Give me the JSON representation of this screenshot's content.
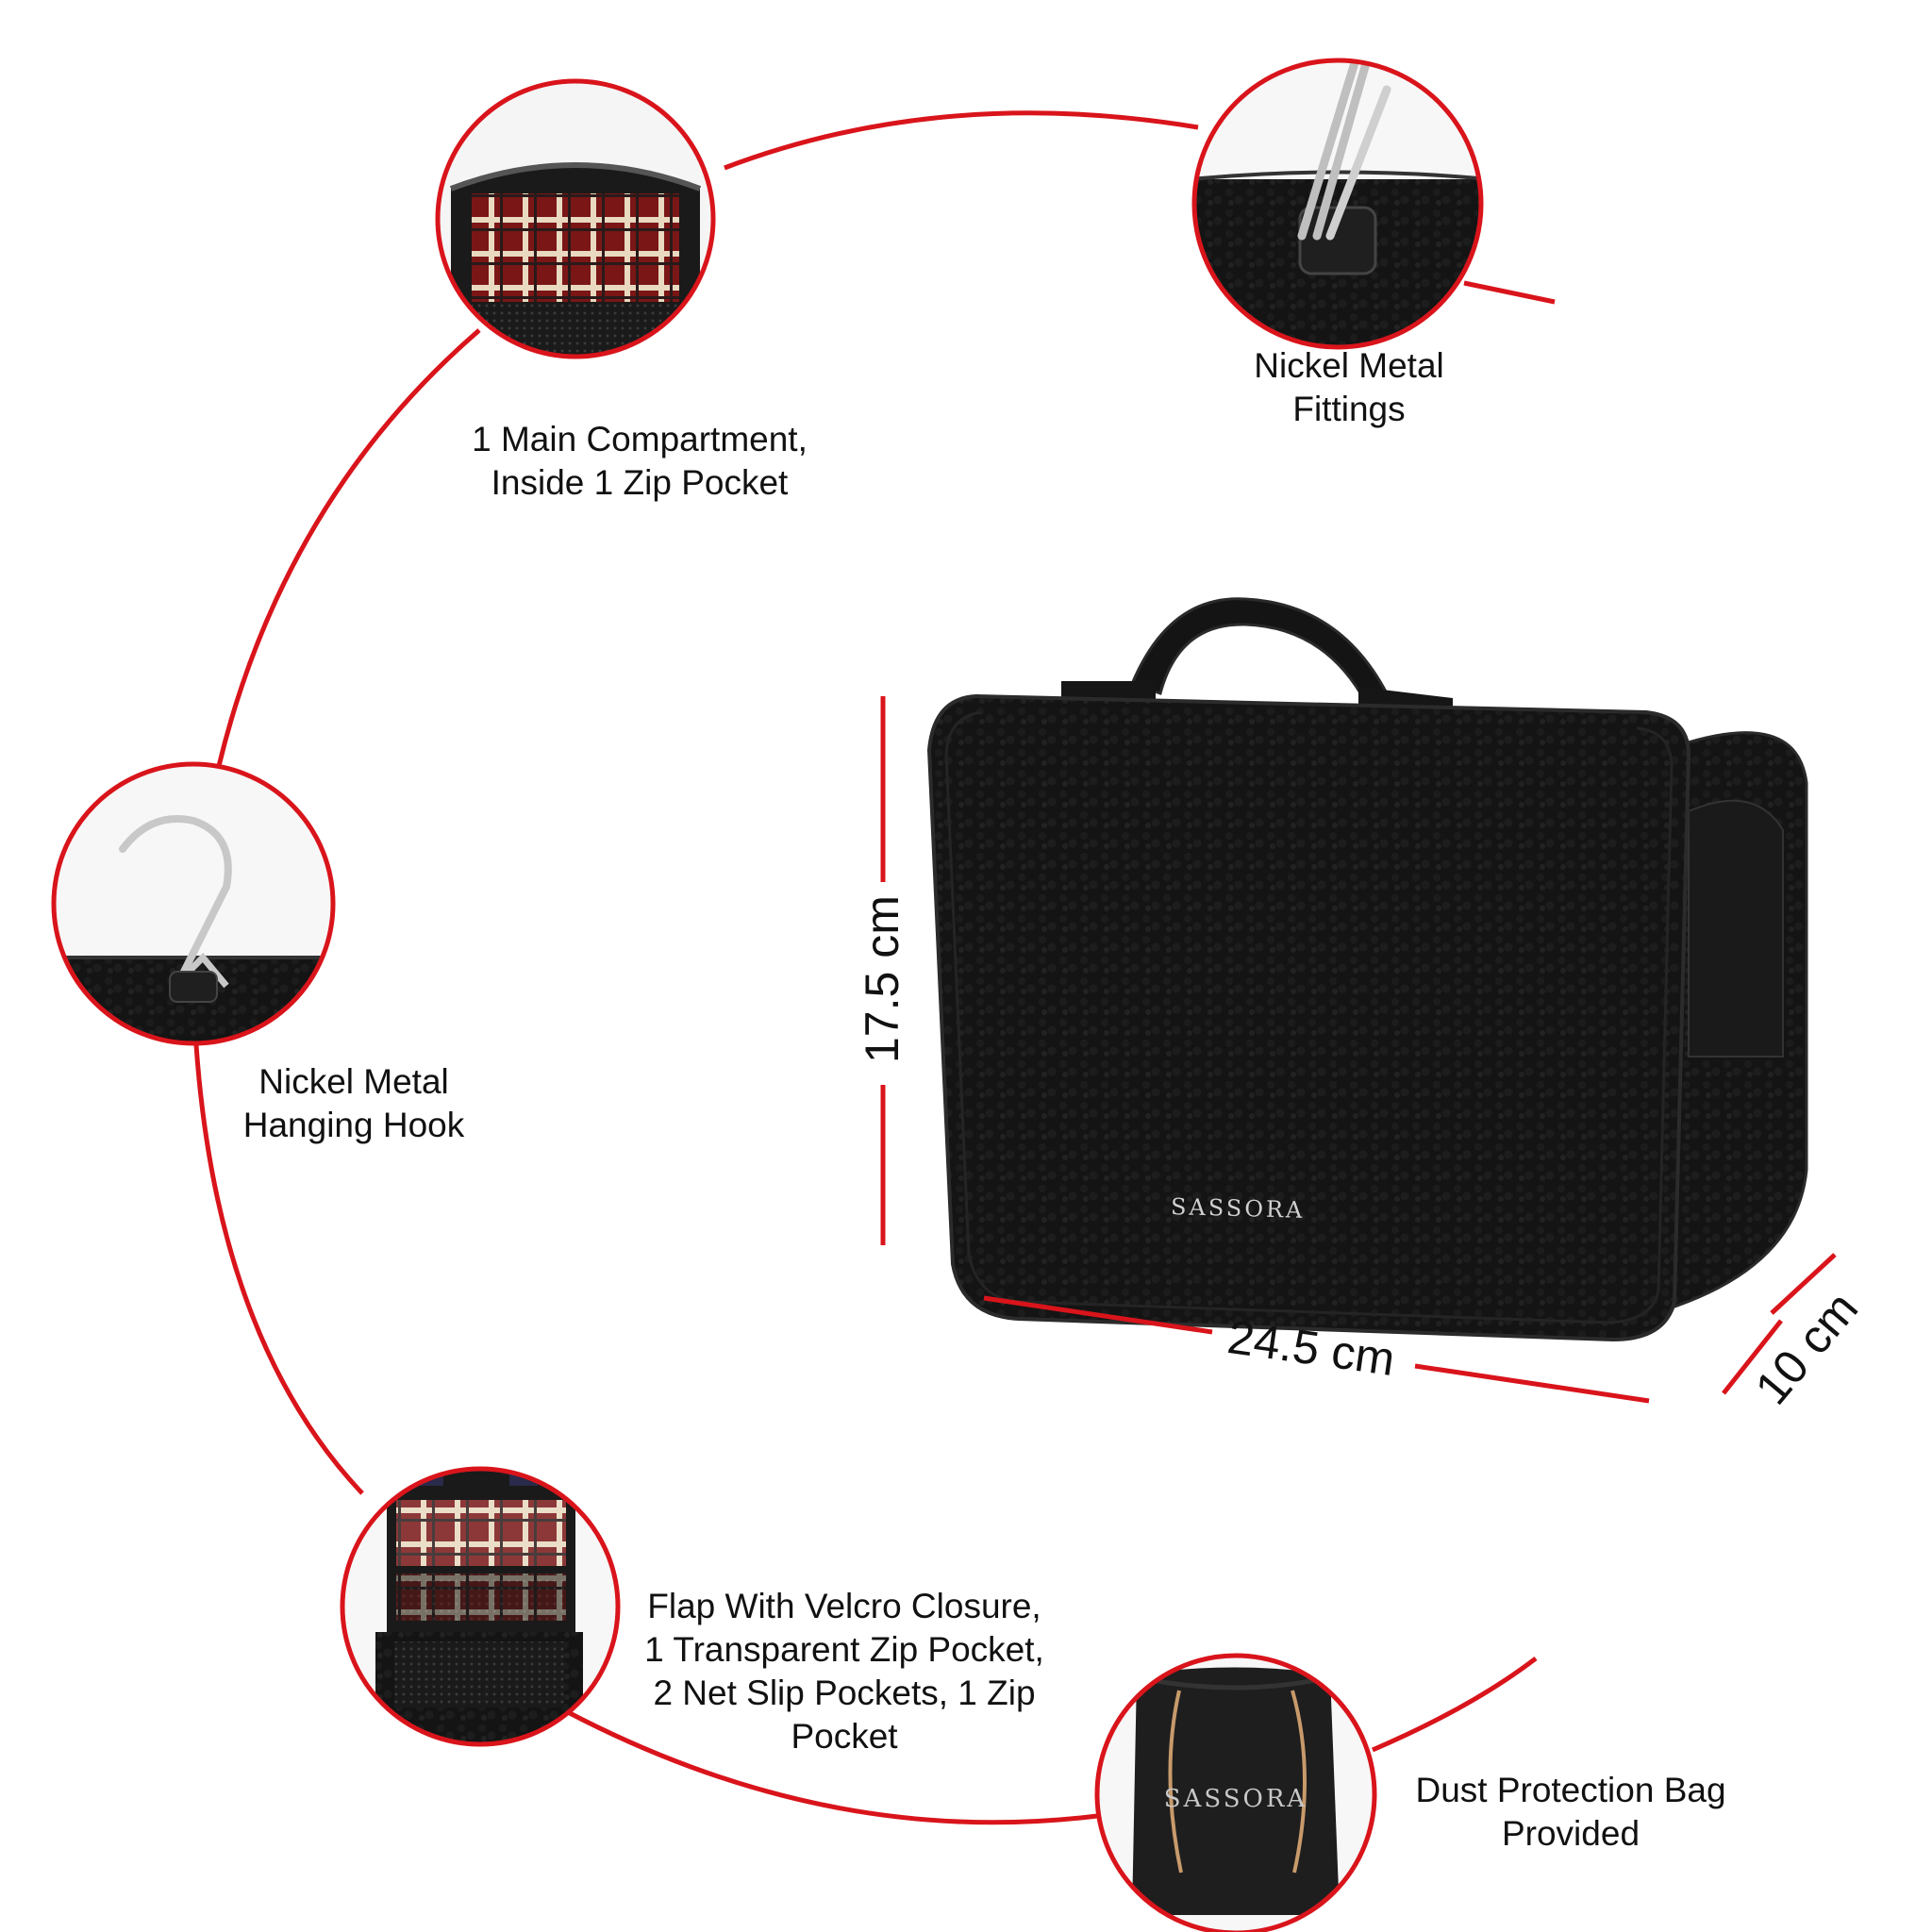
{
  "features": {
    "compartment": {
      "line1": "1 Main Compartment,",
      "line2": "Inside 1 Zip Pocket"
    },
    "fittings": {
      "line1": "Nickel Metal",
      "line2": "Fittings"
    },
    "hook": {
      "line1": "Nickel Metal",
      "line2": "Hanging Hook"
    },
    "flap": {
      "line1": "Flap With Velcro Closure,",
      "line2": "1 Transparent Zip Pocket,",
      "line3": "2 Net Slip Pockets, 1 Zip",
      "line4": "Pocket"
    },
    "dust_bag": {
      "line1": "Dust Protection Bag",
      "line2": "Provided"
    }
  },
  "dimensions": {
    "height": "17.5 cm",
    "width": "24.5 cm",
    "depth": "10 cm"
  },
  "brand": {
    "bag_logo": "SASSORA",
    "dust_bag_logo": "SASSORA"
  },
  "colors": {
    "accent_line": "#d9141b",
    "bag": "#111111",
    "lining": "#8b1a1a"
  }
}
